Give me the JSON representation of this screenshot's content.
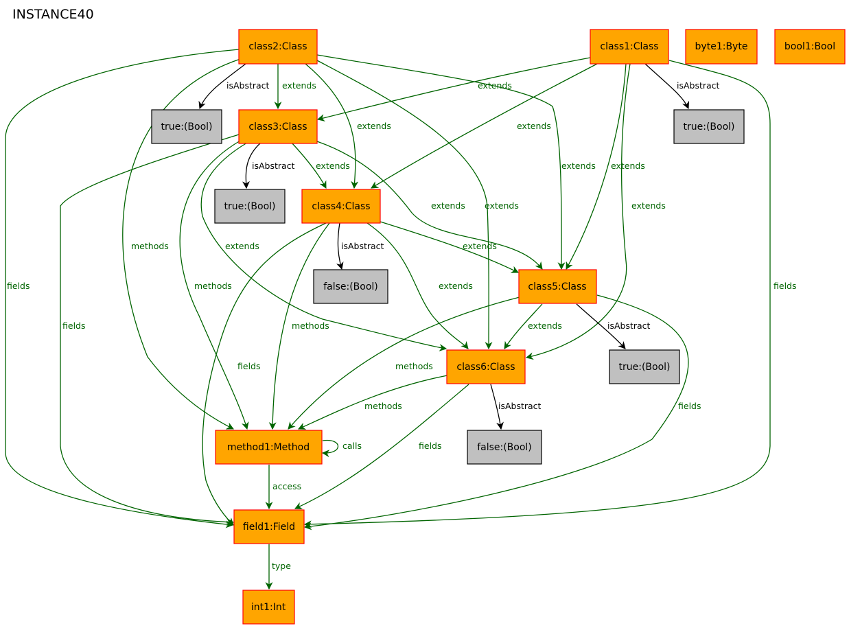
{
  "title": "INSTANCE40",
  "colors": {
    "object_fill": "#ffa500",
    "object_stroke": "#ff0000",
    "value_fill": "#c0c0c0",
    "value_stroke": "#000000",
    "edge_green": "#006400",
    "edge_black": "#000000"
  },
  "nodes": {
    "class2": {
      "label": "class2:Class",
      "kind": "object"
    },
    "class1": {
      "label": "class1:Class",
      "kind": "object"
    },
    "byte1": {
      "label": "byte1:Byte",
      "kind": "object"
    },
    "bool1": {
      "label": "bool1:Bool",
      "kind": "object"
    },
    "true_a": {
      "label": "true:(Bool)",
      "kind": "value"
    },
    "class3": {
      "label": "class3:Class",
      "kind": "object"
    },
    "true_b": {
      "label": "true:(Bool)",
      "kind": "value"
    },
    "true_c": {
      "label": "true:(Bool)",
      "kind": "value"
    },
    "class4": {
      "label": "class4:Class",
      "kind": "object"
    },
    "false_a": {
      "label": "false:(Bool)",
      "kind": "value"
    },
    "class5": {
      "label": "class5:Class",
      "kind": "object"
    },
    "true_d": {
      "label": "true:(Bool)",
      "kind": "value"
    },
    "class6": {
      "label": "class6:Class",
      "kind": "object"
    },
    "method1": {
      "label": "method1:Method",
      "kind": "object"
    },
    "false_b": {
      "label": "false:(Bool)",
      "kind": "value"
    },
    "field1": {
      "label": "field1:Field",
      "kind": "object"
    },
    "int1": {
      "label": "int1:Int",
      "kind": "object"
    }
  },
  "edges": [
    {
      "id": "e1",
      "label": "isAbstract",
      "kind": "black",
      "from": "class2",
      "to": "true_a"
    },
    {
      "id": "e2",
      "label": "extends",
      "kind": "green",
      "from": "class2",
      "to": "class3"
    },
    {
      "id": "e3",
      "label": "extends",
      "kind": "green",
      "from": "class2",
      "to": "class4"
    },
    {
      "id": "e4",
      "label": "extends",
      "kind": "green",
      "from": "class2",
      "to": "class5"
    },
    {
      "id": "e5",
      "label": "extends",
      "kind": "green",
      "from": "class2",
      "to": "class6"
    },
    {
      "id": "e6",
      "label": "methods",
      "kind": "green",
      "from": "class2",
      "to": "method1"
    },
    {
      "id": "e7",
      "label": "fields",
      "kind": "green",
      "from": "class2",
      "to": "field1"
    },
    {
      "id": "e8",
      "label": "isAbstract",
      "kind": "black",
      "from": "class1",
      "to": "true_c"
    },
    {
      "id": "e9",
      "label": "extends",
      "kind": "green",
      "from": "class1",
      "to": "class3"
    },
    {
      "id": "e10",
      "label": "extends",
      "kind": "green",
      "from": "class1",
      "to": "class4"
    },
    {
      "id": "e11",
      "label": "extends",
      "kind": "green",
      "from": "class1",
      "to": "class5"
    },
    {
      "id": "e12",
      "label": "extends",
      "kind": "green",
      "from": "class1",
      "to": "class6"
    },
    {
      "id": "e13",
      "label": "fields",
      "kind": "green",
      "from": "class1",
      "to": "field1"
    },
    {
      "id": "e14",
      "label": "isAbstract",
      "kind": "black",
      "from": "class3",
      "to": "true_b"
    },
    {
      "id": "e15",
      "label": "extends",
      "kind": "green",
      "from": "class3",
      "to": "class4"
    },
    {
      "id": "e16",
      "label": "extends",
      "kind": "green",
      "from": "class3",
      "to": "class5"
    },
    {
      "id": "e17",
      "label": "extends",
      "kind": "green",
      "from": "class3",
      "to": "class6"
    },
    {
      "id": "e18",
      "label": "methods",
      "kind": "green",
      "from": "class3",
      "to": "method1"
    },
    {
      "id": "e19",
      "label": "fields",
      "kind": "green",
      "from": "class3",
      "to": "field1"
    },
    {
      "id": "e20",
      "label": "isAbstract",
      "kind": "black",
      "from": "class4",
      "to": "false_a"
    },
    {
      "id": "e21",
      "label": "extends",
      "kind": "green",
      "from": "class4",
      "to": "class5"
    },
    {
      "id": "e22",
      "label": "extends",
      "kind": "green",
      "from": "class4",
      "to": "class6"
    },
    {
      "id": "e23",
      "label": "methods",
      "kind": "green",
      "from": "class4",
      "to": "method1"
    },
    {
      "id": "e24",
      "label": "fields",
      "kind": "green",
      "from": "class4",
      "to": "field1"
    },
    {
      "id": "e25",
      "label": "isAbstract",
      "kind": "black",
      "from": "class5",
      "to": "true_d"
    },
    {
      "id": "e26",
      "label": "extends",
      "kind": "green",
      "from": "class5",
      "to": "class6"
    },
    {
      "id": "e27",
      "label": "methods",
      "kind": "green",
      "from": "class5",
      "to": "method1"
    },
    {
      "id": "e28",
      "label": "fields",
      "kind": "green",
      "from": "class5",
      "to": "field1"
    },
    {
      "id": "e29",
      "label": "isAbstract",
      "kind": "black",
      "from": "class6",
      "to": "false_b"
    },
    {
      "id": "e30",
      "label": "methods",
      "kind": "green",
      "from": "class6",
      "to": "method1"
    },
    {
      "id": "e31",
      "label": "fields",
      "kind": "green",
      "from": "class6",
      "to": "field1"
    },
    {
      "id": "e32",
      "label": "calls",
      "kind": "green",
      "from": "method1",
      "to": "method1"
    },
    {
      "id": "e33",
      "label": "access",
      "kind": "green",
      "from": "method1",
      "to": "field1"
    },
    {
      "id": "e34",
      "label": "type",
      "kind": "green",
      "from": "field1",
      "to": "int1"
    }
  ]
}
